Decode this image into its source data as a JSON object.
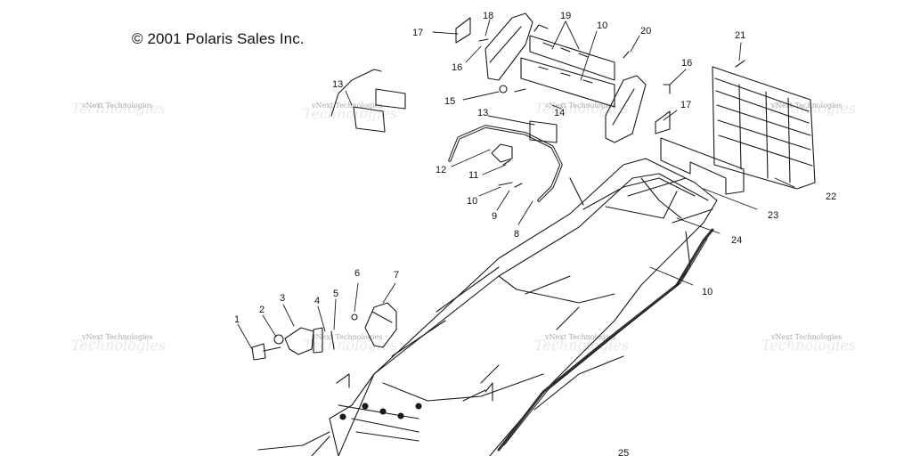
{
  "copyright": "© 2001 Polaris Sales Inc.",
  "watermark": "vNext Technologies",
  "callouts": [
    "1",
    "2",
    "3",
    "4",
    "5",
    "6",
    "7",
    "8",
    "9",
    "10",
    "10",
    "10",
    "11",
    "12",
    "13",
    "13",
    "14",
    "15",
    "16",
    "16",
    "17",
    "17",
    "18",
    "19",
    "20",
    "21",
    "22",
    "23",
    "24",
    "25"
  ]
}
